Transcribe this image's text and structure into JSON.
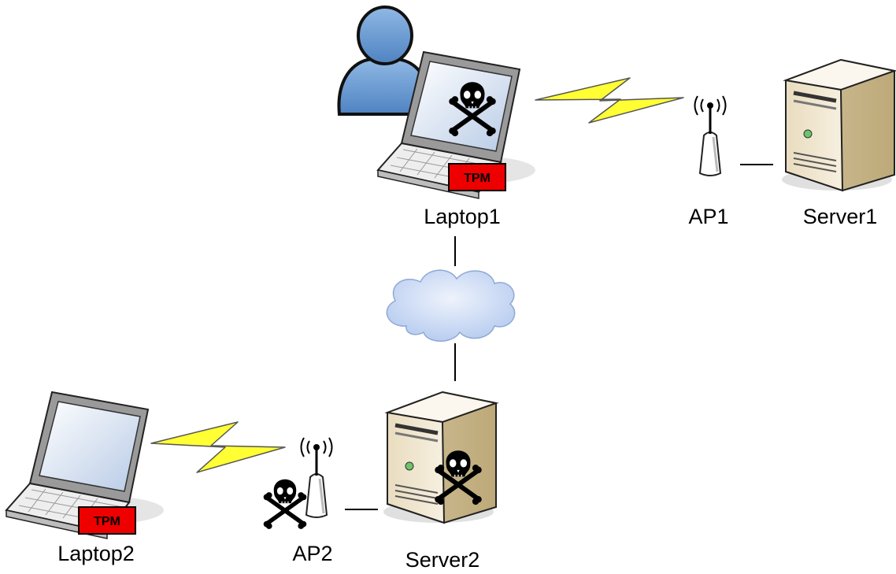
{
  "nodes": {
    "laptop1": {
      "label": "Laptop1",
      "badge": "TPM"
    },
    "laptop2": {
      "label": "Laptop2",
      "badge": "TPM"
    },
    "ap1": {
      "label": "AP1"
    },
    "ap2": {
      "label": "AP2"
    },
    "server1": {
      "label": "Server1"
    },
    "server2": {
      "label": "Server2"
    }
  },
  "colors": {
    "tpm_badge": "#ee0000",
    "lightning": "#ffff33",
    "cloud": "#c7d8f5",
    "user": "#6f9fd3"
  },
  "icons": [
    "user-icon",
    "laptop-icon",
    "skull-crossbones-icon",
    "cloud-icon",
    "wireless-ap-icon",
    "server-tower-icon",
    "lightning-link-icon"
  ]
}
